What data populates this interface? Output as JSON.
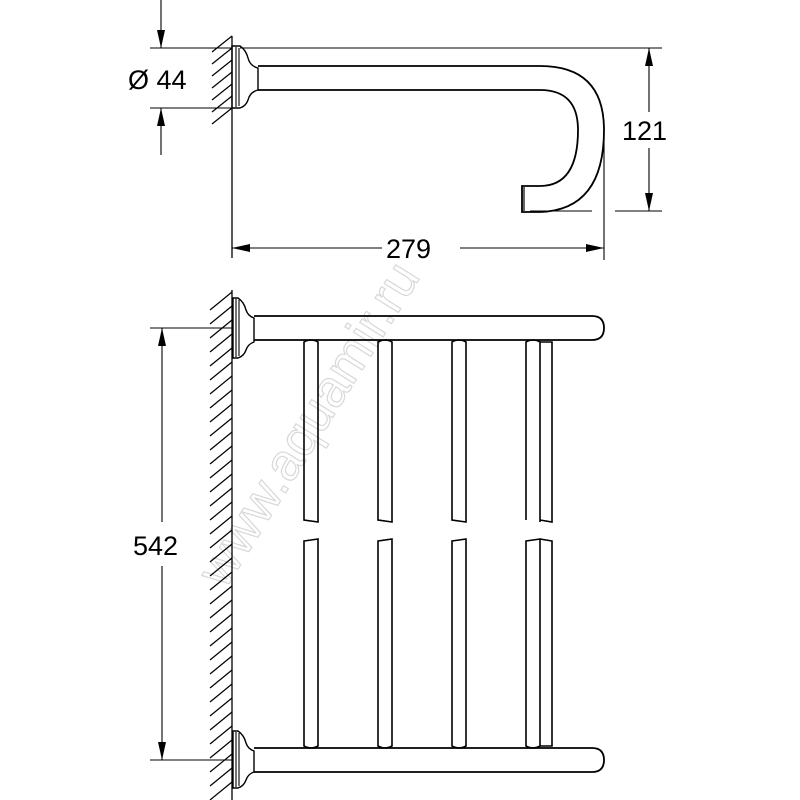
{
  "drawing": {
    "type": "technical drawing",
    "subject": "wall-mounted towel rack, side view and front view",
    "line_color": "#000000",
    "background": "#ffffff"
  },
  "dimensions": {
    "diameter": {
      "symbol": "Ø",
      "value": "44",
      "label": "Ø 44"
    },
    "height_top": {
      "value": "121",
      "label": "121"
    },
    "projection": {
      "value": "279",
      "label": "279"
    },
    "width_front": {
      "value": "542",
      "label": "542"
    }
  },
  "front_view": {
    "bars": 4,
    "last_bar_double": true
  },
  "watermark": {
    "text": "www.aquamir.ru",
    "color": "#d8d8d8"
  }
}
